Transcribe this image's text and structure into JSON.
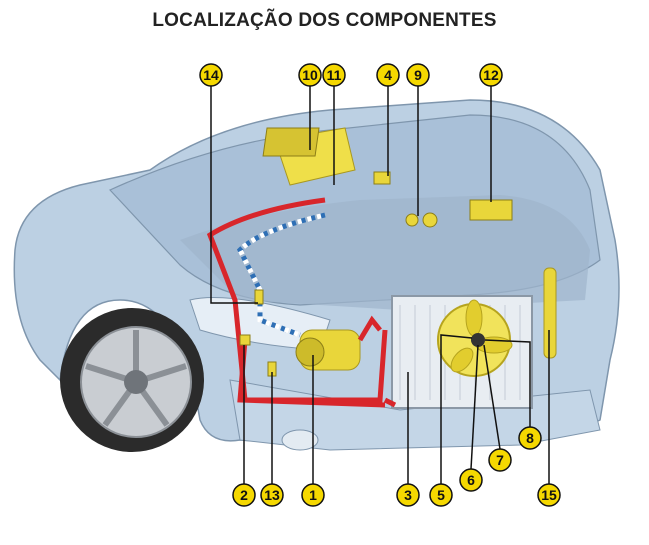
{
  "title": "LOCALIZAÇÃO DOS COMPONENTES",
  "colors": {
    "callout_fill": "#f5d800",
    "body": "#b9cde0",
    "high_pressure_line": "#d8262b",
    "low_pressure_line": "#2e6fb5",
    "component": "#e9d63a"
  },
  "callouts": {
    "c1": "1",
    "c2": "2",
    "c3": "3",
    "c4": "4",
    "c5": "5",
    "c6": "6",
    "c7": "7",
    "c8": "8",
    "c9": "9",
    "c10": "10",
    "c11": "11",
    "c12": "12",
    "c13": "13",
    "c14": "14",
    "c15": "15"
  }
}
